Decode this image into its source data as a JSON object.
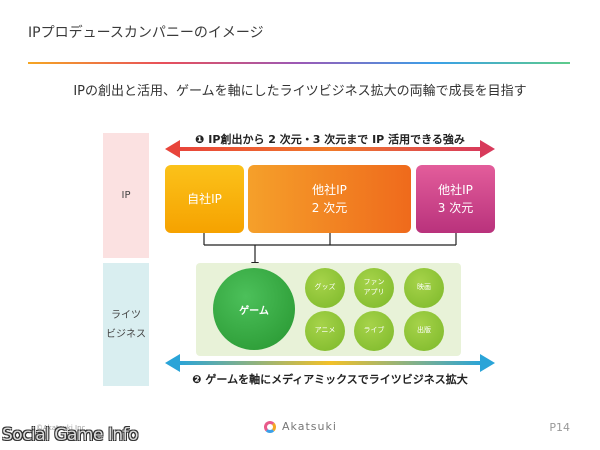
{
  "page": {
    "title": "IPプロデュースカンパニーのイメージ",
    "subtitle": "IPの創出と活用、ゲームを軸にしたライツビジネス拡大の両輪で成長を目指す"
  },
  "categories": {
    "ip": "IP",
    "business": "ライツ\nビジネス"
  },
  "arrows": {
    "top_label": "❶ IP創出から 2 次元・3 次元まで IP 活用できる強み",
    "bottom_label": "❷ ゲームを軸にメディアミックスでライツビジネス拡大"
  },
  "ip_boxes": {
    "own": "自社IP",
    "other_2d_line1": "他社IP",
    "other_2d_line2": "2 次元",
    "other_3d_line1": "他社IP",
    "other_3d_line2": "3 次元"
  },
  "business": {
    "game": "ゲーム",
    "goods": "グッズ",
    "fan_app": "ファン\nアプリ",
    "movie": "映画",
    "anime": "アニメ",
    "live": "ライブ",
    "publishing": "出版"
  },
  "footer": {
    "copyright": "©Akatsuki Inc.",
    "logo_text": "Akatsuki",
    "page_number": "P14"
  },
  "watermark": "Social Game Info",
  "colors": {
    "arrow_top_start": "#e8443a",
    "arrow_top_end": "#d83a5b",
    "arrow_bottom_start": "#2aa4d8",
    "arrow_bottom_end": "#5fbf4a"
  }
}
